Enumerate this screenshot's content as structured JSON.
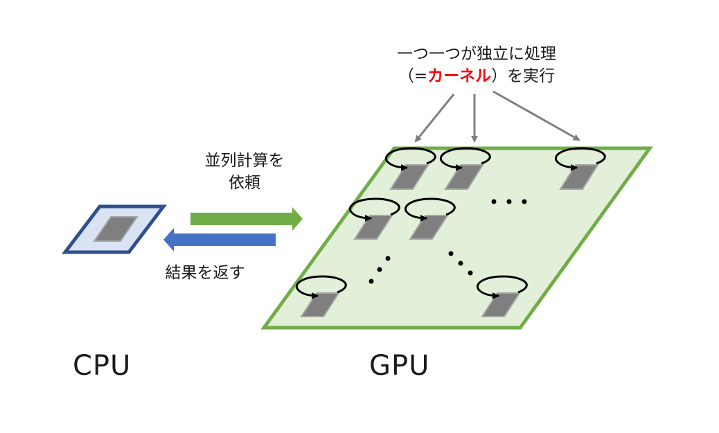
{
  "labels": {
    "cpu": "CPU",
    "gpu": "GPU",
    "request_line1": "並列計算を",
    "request_line2": "依頼",
    "return_result": "結果を返す",
    "kernel_line1": "一つ一つが独立に処理",
    "kernel_open": "（=",
    "kernel_word": "カーネル",
    "kernel_close": "）を実行"
  },
  "colors": {
    "cpu_border": "#2f4f8f",
    "cpu_fill": "#dae3f3",
    "core_fill": "#7f7f7f",
    "core_border": "#a6a6a6",
    "gpu_border": "#70ad47",
    "gpu_fill": "#e2efd9",
    "arrow_request": "#70ad47",
    "arrow_return": "#4472c4",
    "pointer_arrow": "#7f7f7f",
    "kernel_highlight": "#ff0000"
  }
}
